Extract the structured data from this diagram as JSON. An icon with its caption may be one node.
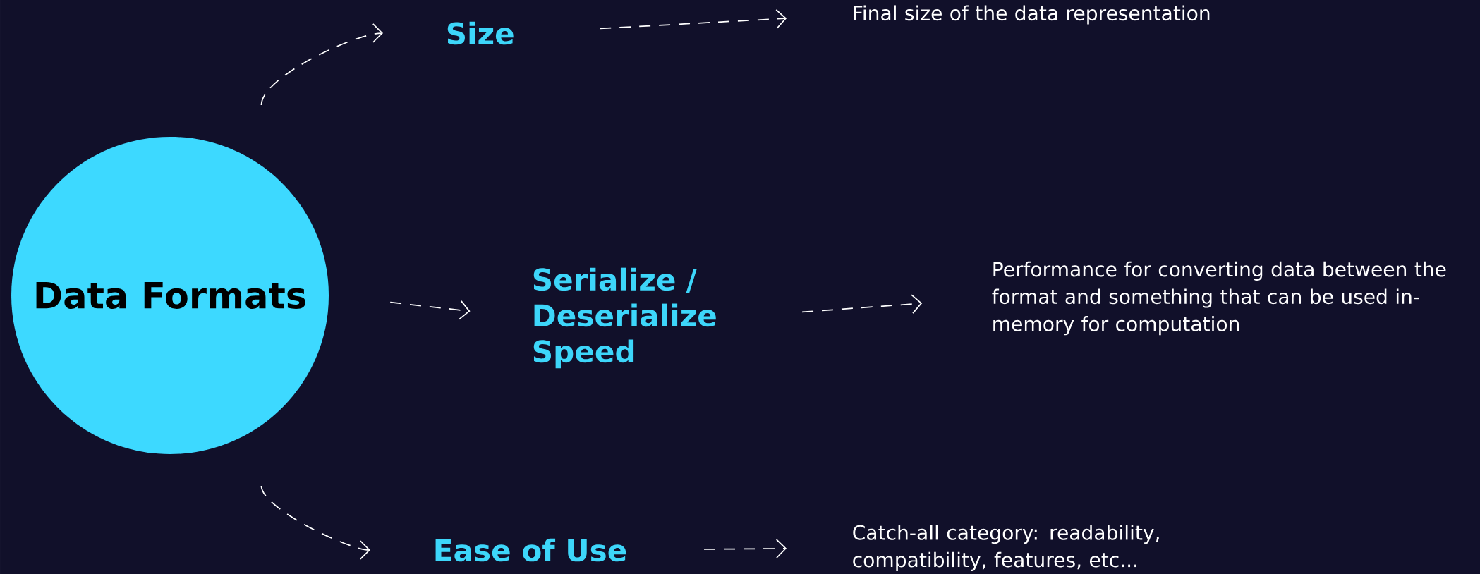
{
  "diagram": {
    "nodes": [
      {
        "text": [
          "Data Formats"
        ]
      },
      {
        "text": [
          "Size"
        ]
      },
      {
        "text": [
          "Final size of the data representation"
        ]
      },
      {
        "text": [
          "Serialize / Deserialize Speed"
        ]
      },
      {
        "text": [
          "Performance for converting data between the format and something that can be used in-memory for computation"
        ]
      },
      {
        "text": [
          "Ease of Use"
        ]
      },
      {
        "text": [
          "Catch-all category: readability, compatibility, features, etc..."
        ]
      }
    ],
    "edges": [
      {
        "from": 0,
        "to": 1,
        "arrow": "to"
      },
      {
        "from": 1,
        "to": 2,
        "arrow": "to"
      },
      {
        "from": 0,
        "to": 3,
        "arrow": "to"
      },
      {
        "from": 3,
        "to": 4,
        "arrow": "to"
      },
      {
        "from": 0,
        "to": 5,
        "arrow": "to"
      },
      {
        "from": 5,
        "to": 6,
        "arrow": "to"
      }
    ]
  }
}
